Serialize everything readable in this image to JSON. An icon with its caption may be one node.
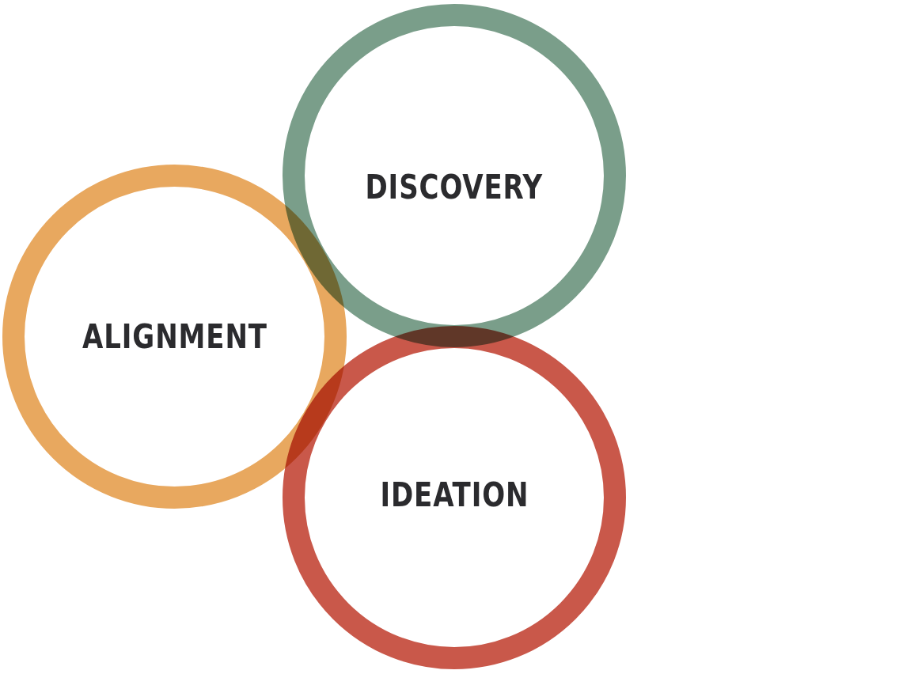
{
  "diagram": {
    "nodes": [
      {
        "text": [
          "DISCOVERY"
        ]
      },
      {
        "text": [
          "ALIGNMENT"
        ]
      },
      {
        "text": [
          "IDEATION"
        ]
      }
    ]
  }
}
